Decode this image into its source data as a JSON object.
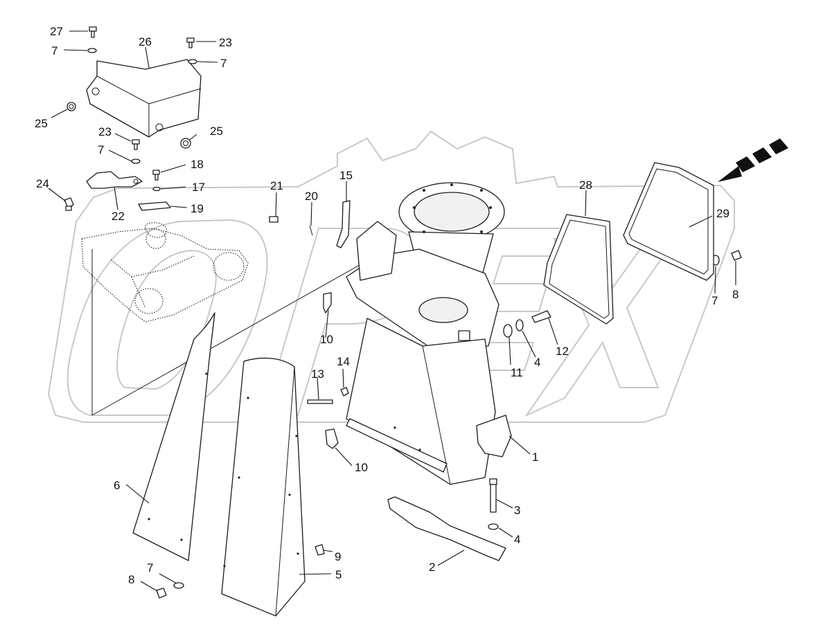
{
  "diagram": {
    "watermark_text": "OPEX",
    "callouts": [
      {
        "id": "c1",
        "text": "1"
      },
      {
        "id": "c2",
        "text": "2"
      },
      {
        "id": "c3",
        "text": "3"
      },
      {
        "id": "c4a",
        "text": "4"
      },
      {
        "id": "c4b",
        "text": "4"
      },
      {
        "id": "c5",
        "text": "5"
      },
      {
        "id": "c6",
        "text": "6"
      },
      {
        "id": "c7a",
        "text": "7"
      },
      {
        "id": "c7b",
        "text": "7"
      },
      {
        "id": "c7c",
        "text": "7"
      },
      {
        "id": "c7d",
        "text": "7"
      },
      {
        "id": "c7e",
        "text": "7"
      },
      {
        "id": "c8a",
        "text": "8"
      },
      {
        "id": "c8b",
        "text": "8"
      },
      {
        "id": "c9",
        "text": "9"
      },
      {
        "id": "c10a",
        "text": "10"
      },
      {
        "id": "c10b",
        "text": "10"
      },
      {
        "id": "c11",
        "text": "11"
      },
      {
        "id": "c12",
        "text": "12"
      },
      {
        "id": "c13",
        "text": "13"
      },
      {
        "id": "c14",
        "text": "14"
      },
      {
        "id": "c15",
        "text": "15"
      },
      {
        "id": "c17",
        "text": "17"
      },
      {
        "id": "c18",
        "text": "18"
      },
      {
        "id": "c19",
        "text": "19"
      },
      {
        "id": "c20",
        "text": "20"
      },
      {
        "id": "c21",
        "text": "21"
      },
      {
        "id": "c22",
        "text": "22"
      },
      {
        "id": "c23a",
        "text": "23"
      },
      {
        "id": "c23b",
        "text": "23"
      },
      {
        "id": "c24",
        "text": "24"
      },
      {
        "id": "c25a",
        "text": "25"
      },
      {
        "id": "c25b",
        "text": "25"
      },
      {
        "id": "c26",
        "text": "26"
      },
      {
        "id": "c27",
        "text": "27"
      },
      {
        "id": "c28",
        "text": "28"
      },
      {
        "id": "c29",
        "text": "29"
      }
    ]
  }
}
